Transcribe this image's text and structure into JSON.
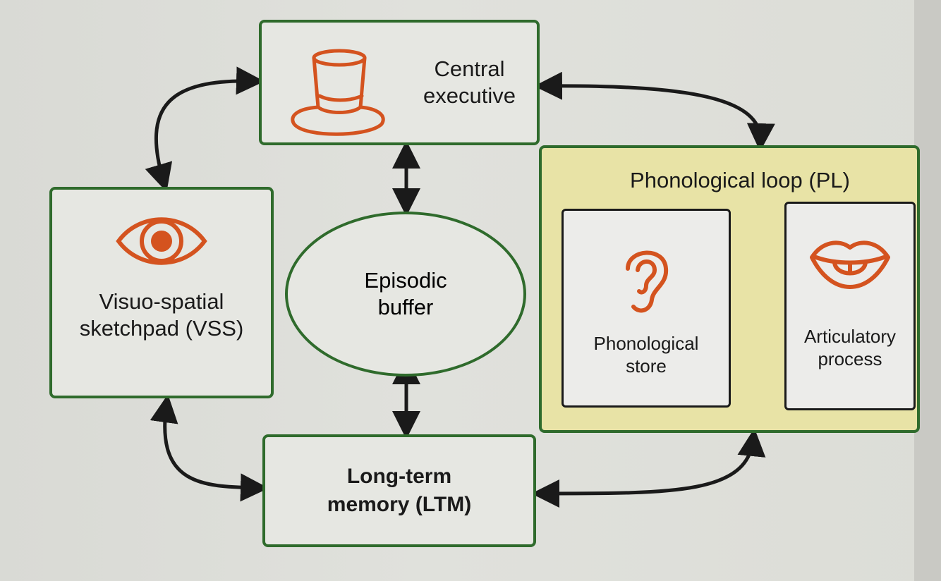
{
  "diagram": {
    "central_executive": {
      "label": "Central\nexecutive",
      "icon": "top-hat-icon"
    },
    "visuo_spatial_sketchpad": {
      "label": "Visuo-spatial\nsketchpad (VSS)",
      "icon": "eye-icon"
    },
    "episodic_buffer": {
      "label": "Episodic\nbuffer"
    },
    "long_term_memory": {
      "label": "Long-term\nmemory (LTM)"
    },
    "phonological_loop": {
      "title": "Phonological loop (PL)",
      "phonological_store": {
        "label": "Phonological\nstore",
        "icon": "ear-icon"
      },
      "articulatory_process": {
        "label": "Articulatory\nprocess",
        "icon": "mouth-icon"
      }
    }
  },
  "colors": {
    "box_border": "#2f6b2c",
    "icon_orange": "#d4531f",
    "pl_background": "#e8e3a6",
    "arrow": "#1a1a1a"
  }
}
